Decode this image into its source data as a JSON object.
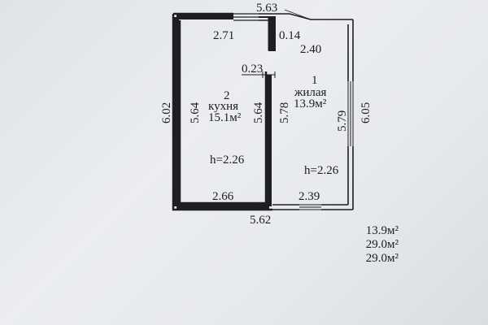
{
  "plan": {
    "dimensions": {
      "top_outer": "5.63",
      "kitchen_top_inner": "2.71",
      "partition_thickness_top": "0.14",
      "living_top_inner": "2.40",
      "partition_thickness_mid": "0.23",
      "left_outer": "6.02",
      "kitchen_left_inner": "5.64",
      "kitchen_right_inner": "5.64",
      "living_left_inner": "5.78",
      "living_right_inner": "5.79",
      "right_outer": "6.05",
      "kitchen_bottom_inner": "2.66",
      "living_bottom_inner": "2.39",
      "bottom_outer": "5.62"
    },
    "rooms": [
      {
        "number": "2",
        "name": "кухня",
        "area": "15.1м²",
        "height": "h=2.26"
      },
      {
        "number": "1",
        "name": "жилая",
        "area": "13.9м²",
        "height": "h=2.26"
      }
    ]
  },
  "totals": [
    "13.9м²",
    "29.0м²",
    "29.0м²"
  ]
}
